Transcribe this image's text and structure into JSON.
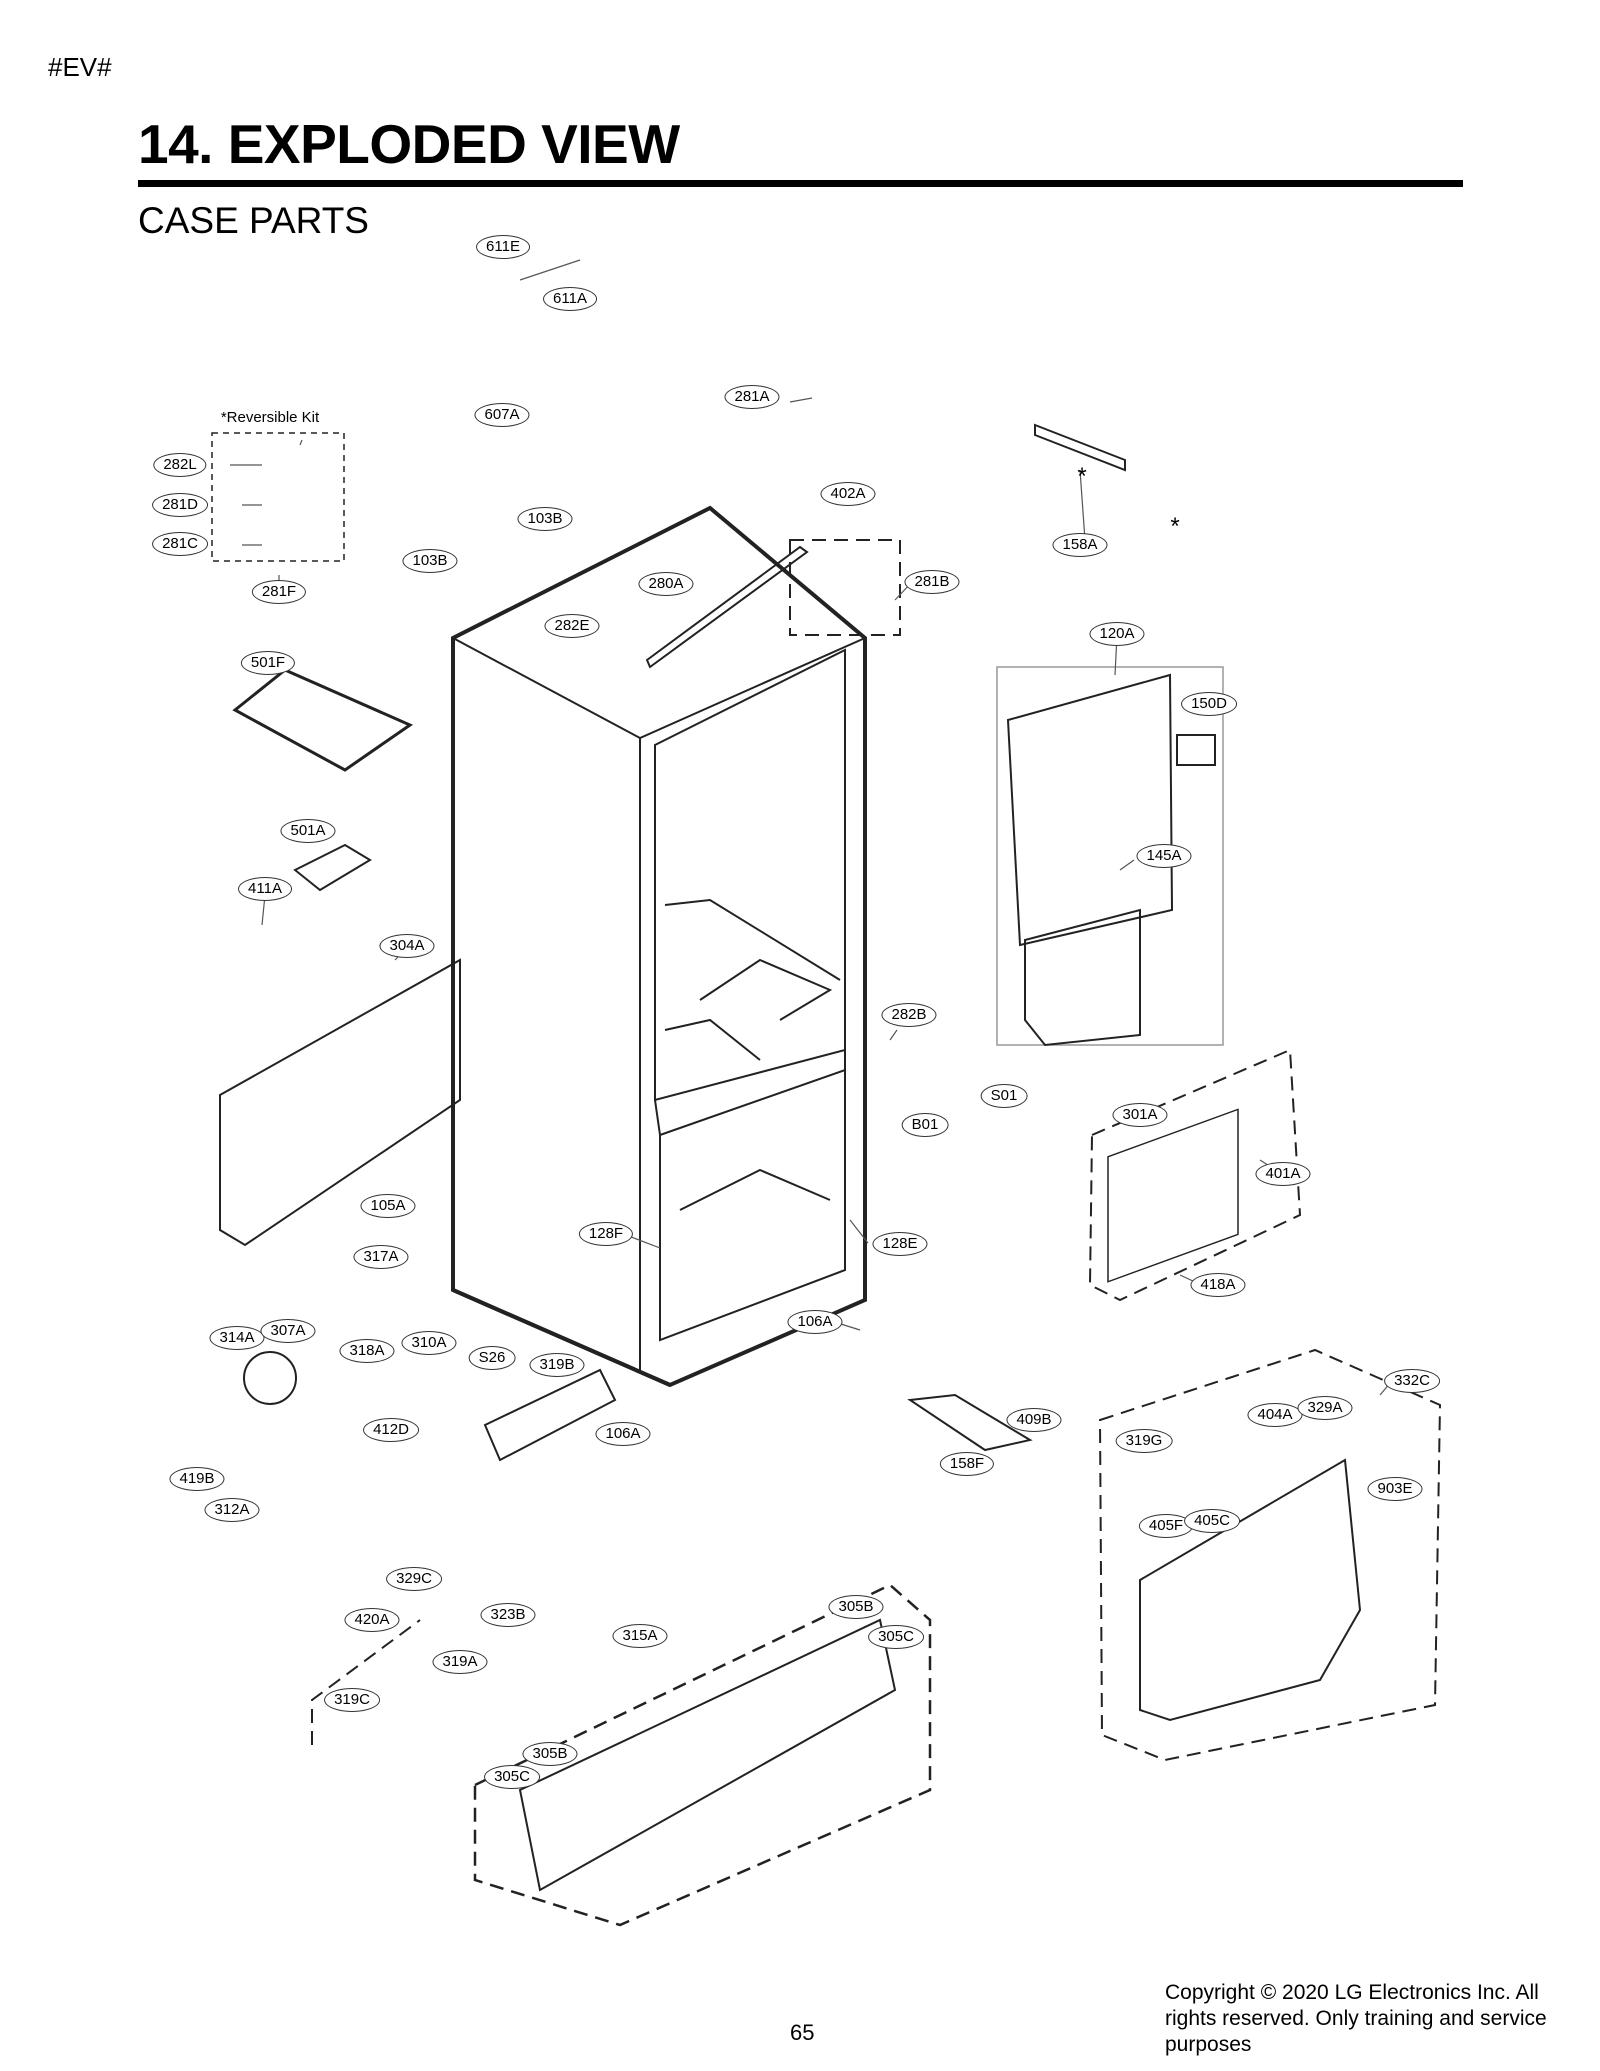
{
  "header": {
    "tag": "#EV#",
    "title": "14. EXPLODED VIEW",
    "subtitle": "CASE PARTS"
  },
  "diagram": {
    "kit_label": "*Reversible Kit",
    "parts": [
      "611E",
      "611A",
      "281A",
      "607A",
      "402A",
      "282L",
      "281D",
      "281C",
      "281F",
      "103B",
      "103B_2",
      "280A",
      "281B",
      "158A",
      "282E",
      "120A",
      "150D",
      "501F",
      "145A",
      "501A",
      "411A",
      "304A",
      "282B",
      "S01",
      "B01",
      "301A",
      "401A",
      "105A",
      "128F",
      "128E",
      "418A",
      "317A",
      "106A",
      "314A",
      "307A",
      "318A",
      "310A",
      "S26",
      "319B",
      "332C",
      "412D",
      "106A_2",
      "409B",
      "404A",
      "329A",
      "419B",
      "319G",
      "158F",
      "903E",
      "312A",
      "405F",
      "405C",
      "329C",
      "305B",
      "323B",
      "420A",
      "315A",
      "305C",
      "319A",
      "319C",
      "305B_2",
      "305C_2"
    ],
    "labels": {
      "611E": "611E",
      "611A": "611A",
      "281A": "281A",
      "607A": "607A",
      "402A": "402A",
      "282L": "282L",
      "281D": "281D",
      "281C": "281C",
      "281F": "281F",
      "103B": "103B",
      "103B_2": "103B",
      "280A": "280A",
      "281B": "281B",
      "158A": "158A",
      "282E": "282E",
      "120A": "120A",
      "150D": "150D",
      "501F": "501F",
      "145A": "145A",
      "501A": "501A",
      "411A": "411A",
      "304A": "304A",
      "282B": "282B",
      "S01": "S01",
      "B01": "B01",
      "301A": "301A",
      "401A": "401A",
      "105A": "105A",
      "128F": "128F",
      "128E": "128E",
      "418A": "418A",
      "317A": "317A",
      "106A": "106A",
      "314A": "314A",
      "307A": "307A",
      "318A": "318A",
      "310A": "310A",
      "S26": "S26",
      "319B": "319B",
      "332C": "332C",
      "412D": "412D",
      "106A_2": "106A",
      "409B": "409B",
      "404A": "404A",
      "329A": "329A",
      "419B": "419B",
      "319G": "319G",
      "158F": "158F",
      "903E": "903E",
      "312A": "312A",
      "405F": "405F",
      "405C": "405C",
      "329C": "329C",
      "305B": "305B",
      "323B": "323B",
      "420A": "420A",
      "315A": "315A",
      "305C": "305C",
      "319A": "319A",
      "319C": "319C",
      "305B_2": "305B",
      "305C_2": "305C"
    },
    "star_120A": "*",
    "star_150D": "*"
  },
  "footer": {
    "page_number": "65",
    "copyright": "Copyright © 2020 LG Electronics Inc. All rights reserved. Only training and service purposes"
  }
}
